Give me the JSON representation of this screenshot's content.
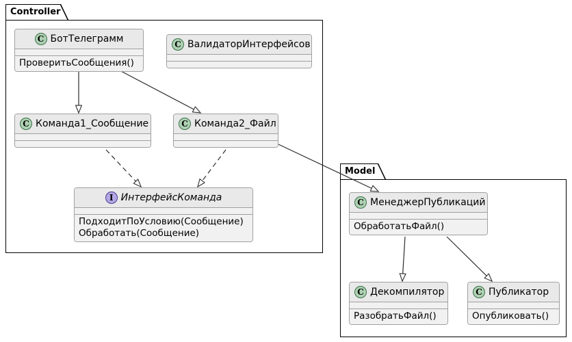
{
  "diagram": {
    "type": "uml-class-diagram",
    "background": "#ffffff",
    "colors": {
      "class_badge_fill": "#ADD1B2",
      "class_badge_border": "#3A7048",
      "interface_badge_fill": "#B4A7E5",
      "interface_badge_border": "#4B3C8C",
      "node_header_fill": "#E9E9E9",
      "node_body_fill": "#F1F1F1",
      "node_border": "#A0A0A0",
      "package_border": "#000000",
      "line": "#2B2B2B"
    }
  },
  "packages": [
    {
      "id": "controller",
      "label": "Controller"
    },
    {
      "id": "model",
      "label": "Model"
    }
  ],
  "nodes": [
    {
      "id": "bot_telegramm",
      "stereotype": "class",
      "badge": "C",
      "name": "БотТелеграмм",
      "attributes": [],
      "operations": [
        "ПроверитьСообщения()"
      ]
    },
    {
      "id": "validator_interfaces",
      "stereotype": "class",
      "badge": "C",
      "name": "ВалидаторИнтерфейсов",
      "attributes": [],
      "operations": []
    },
    {
      "id": "komanda1_soobshenie",
      "stereotype": "class",
      "badge": "C",
      "name": "Команда1_Сообщение",
      "attributes": [],
      "operations": []
    },
    {
      "id": "komanda2_fail",
      "stereotype": "class",
      "badge": "C",
      "name": "Команда2_Файл",
      "attributes": [],
      "operations": []
    },
    {
      "id": "interfeys_komanda",
      "stereotype": "interface",
      "badge": "I",
      "name": "ИнтерфейсКоманда",
      "attributes": [],
      "operations": [
        "ПодходитПоУсловию(Сообщение)",
        "Обработать(Сообщение)"
      ]
    },
    {
      "id": "menedzher_publikaciy",
      "stereotype": "class",
      "badge": "C",
      "name": "МенеджерПубликаций",
      "attributes": [],
      "operations": [
        "ОбработатьФайл()"
      ]
    },
    {
      "id": "dekompilyator",
      "stereotype": "class",
      "badge": "C",
      "name": "Декомпилятор",
      "attributes": [],
      "operations": [
        "РазобратьФайл()"
      ]
    },
    {
      "id": "publikator",
      "stereotype": "class",
      "badge": "C",
      "name": "Публикатор",
      "attributes": [],
      "operations": [
        "Опубликовать()"
      ]
    }
  ],
  "edges": [
    {
      "from": "bot_telegramm",
      "to": "komanda1_soobshenie",
      "style": "solid",
      "arrow": "hollow-triangle"
    },
    {
      "from": "bot_telegramm",
      "to": "komanda2_fail",
      "style": "solid",
      "arrow": "hollow-triangle"
    },
    {
      "from": "komanda1_soobshenie",
      "to": "interfeys_komanda",
      "style": "dashed",
      "arrow": "hollow-triangle"
    },
    {
      "from": "komanda2_fail",
      "to": "interfeys_komanda",
      "style": "dashed",
      "arrow": "hollow-triangle"
    },
    {
      "from": "komanda2_fail",
      "to": "menedzher_publikaciy",
      "style": "solid",
      "arrow": "hollow-triangle"
    },
    {
      "from": "menedzher_publikaciy",
      "to": "dekompilyator",
      "style": "solid",
      "arrow": "hollow-triangle"
    },
    {
      "from": "menedzher_publikaciy",
      "to": "publikator",
      "style": "solid",
      "arrow": "hollow-triangle"
    }
  ]
}
